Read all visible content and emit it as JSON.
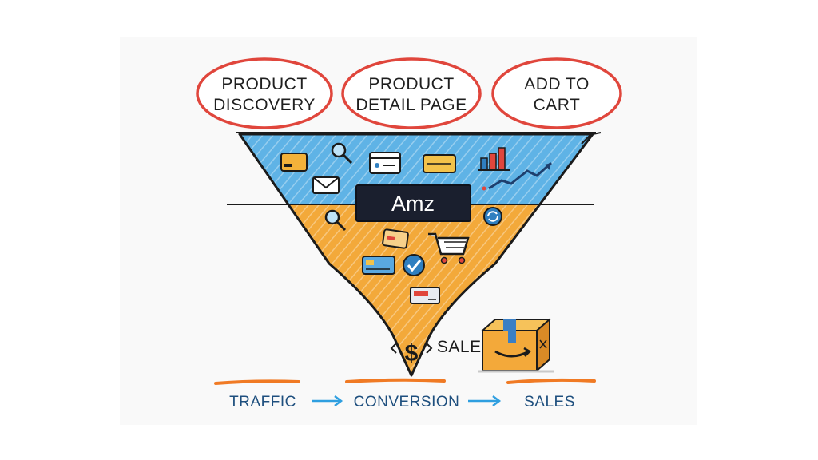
{
  "stages": [
    {
      "line1": "PRODUCT",
      "line2": "DISCOVERY"
    },
    {
      "line1": "PRODUCT",
      "line2": "DETAIL PAGE"
    },
    {
      "line1": "ADD TO",
      "line2": "CART"
    }
  ],
  "funnel_label": "Amz",
  "outcome_label": "SALES",
  "currency_symbol": "$",
  "flow": [
    "TRAFFIC",
    "CONVERSION",
    "SALES"
  ],
  "colors": {
    "oval_outline": "#e0463c",
    "funnel_top": "#5fb3e6",
    "funnel_bottom": "#f3a93a",
    "label_box": "#1a1f2e",
    "flow_text": "#1e4f7e",
    "arrow": "#2f9fe0",
    "underline": "#f07a24"
  },
  "icons": [
    "credit-card-icon",
    "search-icon",
    "browser-window-icon",
    "credit-card-icon",
    "bar-chart-icon",
    "trend-arrow-icon",
    "envelope-icon",
    "search-icon",
    "refresh-icon",
    "credit-card-icon",
    "shopping-cart-icon",
    "credit-card-icon",
    "checkmark-icon",
    "coupon-icon",
    "dollar-icon",
    "amazon-box-icon"
  ]
}
